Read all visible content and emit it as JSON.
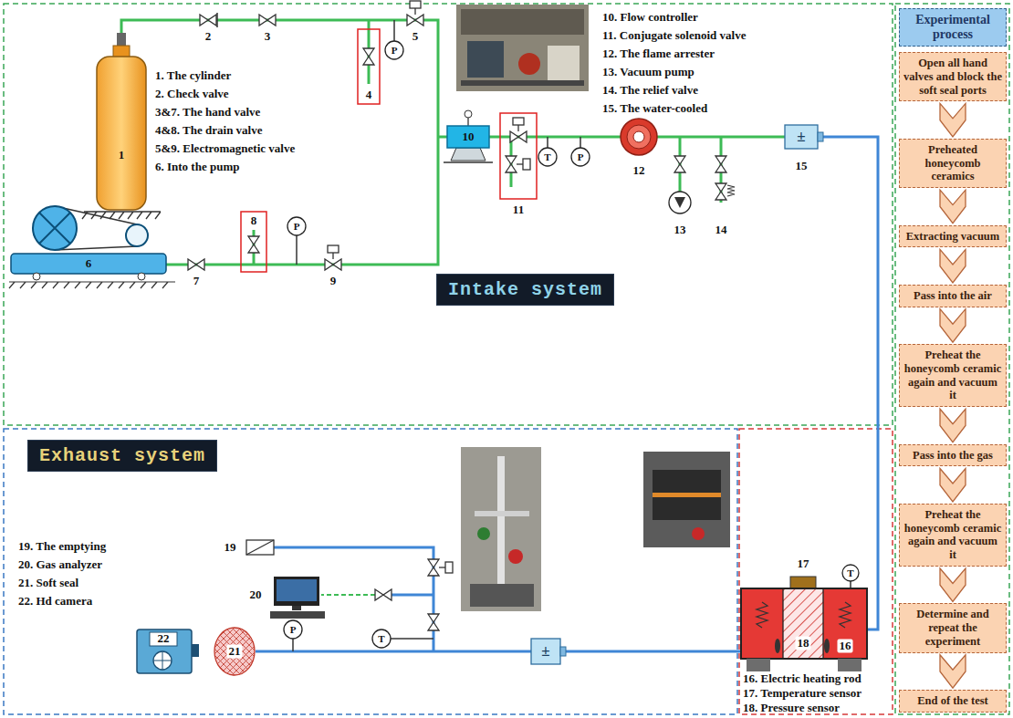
{
  "diagram": {
    "nodes": [
      {
        "text": [
          "Intake system"
        ]
      },
      {
        "text": [
          "Exhaust system"
        ]
      },
      {
        "text": [
          "Experimental process"
        ]
      },
      {
        "text": [
          "Open all hand valves and block the soft seal ports"
        ]
      },
      {
        "text": [
          "Preheated honeycomb ceramics"
        ]
      },
      {
        "text": [
          "Extracting vacuum"
        ]
      },
      {
        "text": [
          "Pass into the air"
        ]
      },
      {
        "text": [
          "Preheat the honeycomb ceramic again and vacuum it"
        ]
      },
      {
        "text": [
          "Pass into the gas"
        ]
      },
      {
        "text": [
          "Preheat the honeycomb ceramic again and vacuum it"
        ]
      },
      {
        "text": [
          "Determine and repeat the experiment"
        ]
      },
      {
        "text": [
          "End of the test"
        ]
      }
    ],
    "edges": [
      {
        "from": 3,
        "to": 4,
        "arrow": "to"
      },
      {
        "from": 4,
        "to": 5,
        "arrow": "to"
      },
      {
        "from": 5,
        "to": 6,
        "arrow": "to"
      },
      {
        "from": 6,
        "to": 7,
        "arrow": "to"
      },
      {
        "from": 7,
        "to": 8,
        "arrow": "to"
      },
      {
        "from": 8,
        "to": 9,
        "arrow": "to"
      },
      {
        "from": 9,
        "to": 10,
        "arrow": "to"
      },
      {
        "from": 10,
        "to": 11,
        "arrow": "to"
      }
    ],
    "labels": [
      "1. The cylinder",
      "2. Check valve",
      "3&7. The hand valve",
      "4&8. The drain valve",
      "5&9. Electromagnetic valve",
      "6. Into the pump",
      "10. Flow controller",
      "11. Conjugate solenoid valve",
      "12. The flame arrester",
      "13. Vacuum pump",
      "14. The relief valve",
      "15. The water-cooled",
      "1",
      "2",
      "3",
      "4",
      "5",
      "6",
      "7",
      "8",
      "9",
      "10",
      "11",
      "12",
      "13",
      "14",
      "15",
      "P",
      "P",
      "T",
      "P",
      "±",
      "19. The emptying",
      "20. Gas analyzer",
      "21. Soft seal",
      "22. Hd camera",
      "19",
      "20",
      "21",
      "22",
      "P",
      "T",
      "±",
      "17",
      "T",
      "18",
      "16",
      "16. Electric heating rod",
      "17. Temperature sensor",
      "18. Pressure sensor"
    ]
  }
}
